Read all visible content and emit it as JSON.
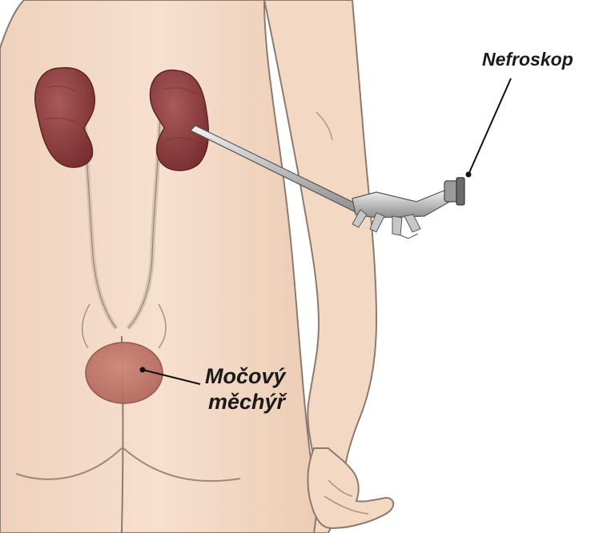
{
  "labels": {
    "nephroscope": "Nefroskop",
    "bladder_line1": "Močový",
    "bladder_line2": "měchýř"
  },
  "colors": {
    "skin": "#f4dcc8",
    "skin_shadow": "#d9b8a0",
    "outline": "#7a6a60",
    "kidney": "#8a3b3b",
    "kidney_highlight": "#a85252",
    "bladder": "#c47468",
    "instrument": "#cfcfcf",
    "instrument_dark": "#555555",
    "pointer": "#111111"
  }
}
